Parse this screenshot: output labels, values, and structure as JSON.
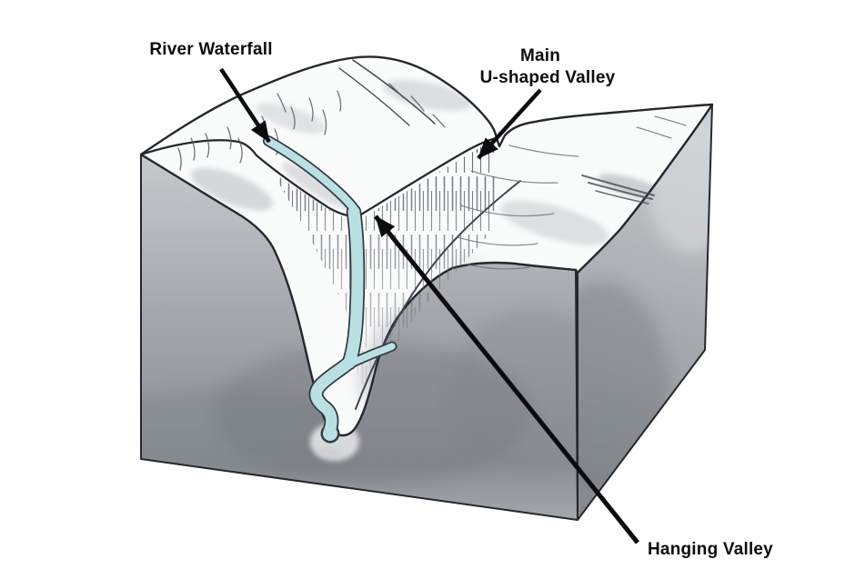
{
  "diagram": {
    "labels": {
      "river_waterfall": "River Waterfall",
      "main_valley_line1": "Main",
      "main_valley_line2": "U-shaped Valley",
      "hanging_valley": "Hanging Valley"
    }
  },
  "colors": {
    "background": "#ffffff",
    "outline": "#24272c",
    "label_text": "#0b0c0e",
    "arrow": "#0b0c0e",
    "river": "#b9e1e4",
    "river_outline": "#343a40",
    "terrain": "#fafbfb",
    "front_face_light": "#c6c9cc",
    "front_face_mid": "#a3a7ab",
    "front_face_dark": "#8b8f94",
    "right_face_light": "#cdd0d2",
    "right_face_mid": "#a8abaf",
    "right_face_dark": "#83878c",
    "hatch": "#5d6269"
  }
}
